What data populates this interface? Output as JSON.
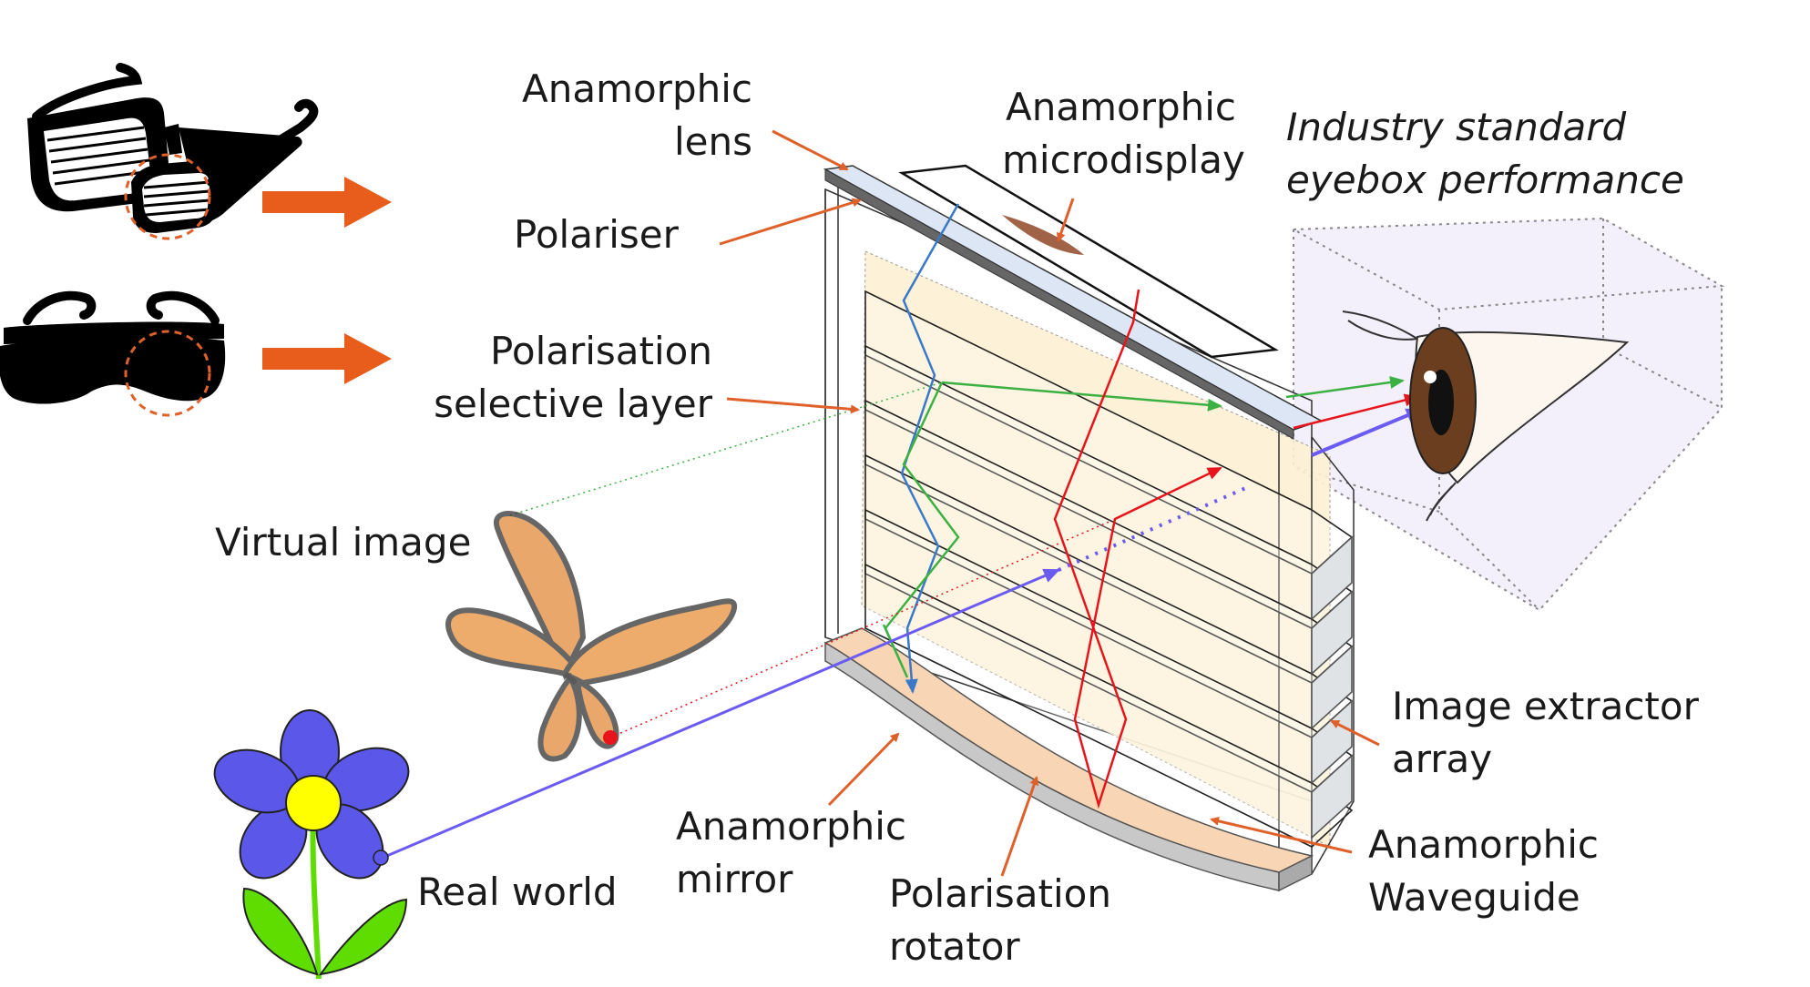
{
  "labels": {
    "anamorphic_lens_1": "Anamorphic",
    "anamorphic_lens_2": "lens",
    "polariser": "Polariser",
    "polarisation_selective_1": "Polarisation",
    "polarisation_selective_2": "selective layer",
    "virtual_image": "Virtual image",
    "real_world": "Real world",
    "anamorphic_mirror_1": "Anamorphic",
    "anamorphic_mirror_2": "mirror",
    "polarisation_rotator_1": "Polarisation",
    "polarisation_rotator_2": "rotator",
    "anamorphic_waveguide_1": "Anamorphic",
    "anamorphic_waveguide_2": "Waveguide",
    "image_extractor_1": "Image extractor",
    "image_extractor_2": "array",
    "anamorphic_microdisplay_1": "Anamorphic",
    "anamorphic_microdisplay_2": "microdisplay",
    "eyebox_1": "Industry standard",
    "eyebox_2": "eyebox performance"
  },
  "colors": {
    "callout": "#e0602a",
    "arrow": "#e85d1b",
    "green_ray": "#3cb043",
    "red_ray": "#e8141c",
    "blue_ray": "#3a78c8",
    "world_ray": "#6b5bf0",
    "waveguide_fill": "#fdf1d3",
    "rotator_fill": "#f8d5b4",
    "eyebox_fill": "#f1ecfa",
    "flower_petal": "#5b57e8",
    "flower_center": "#ffff00",
    "leaf": "#5fdc00"
  },
  "icons": [
    "glasses-icon",
    "goggles-icon",
    "butterfly-icon",
    "flower-icon",
    "eye-icon"
  ]
}
